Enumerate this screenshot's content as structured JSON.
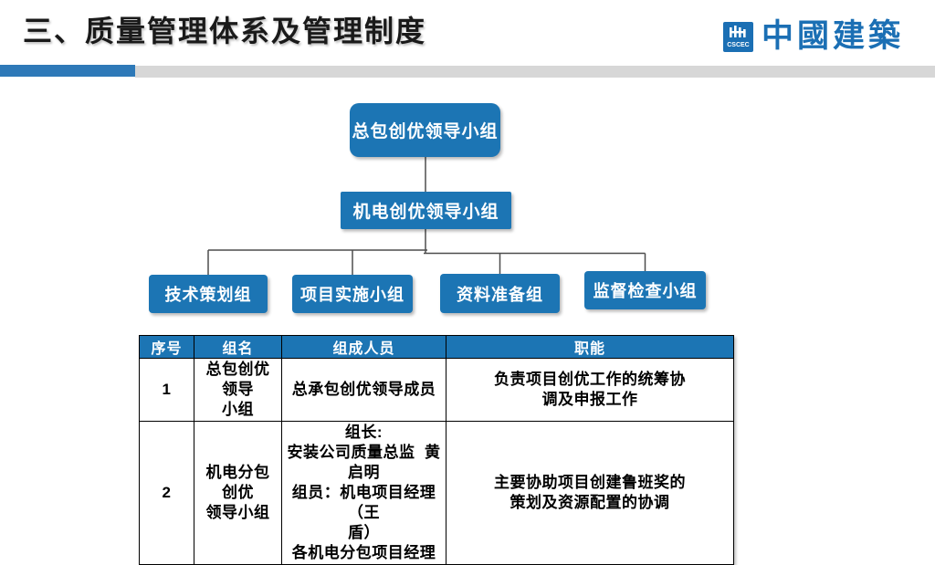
{
  "slide": {
    "title": "三、质量管理体系及管理制度",
    "brand": {
      "mark_text": "CSCEC",
      "wordmark": "中國建築",
      "brand_color": "#1b6fb4"
    },
    "colors": {
      "box_blue": "#1c75b4",
      "underline_blue": "#2e79b8",
      "underline_gray": "#d7d7d7",
      "connector_gray": "#4d4d4d"
    }
  },
  "org_chart": {
    "root": "总包创优领导小组",
    "level2": "机电创优领导小组",
    "children": [
      "技术策划组",
      "项目实施小组",
      "资料准备组",
      "监督检查小组"
    ]
  },
  "table": {
    "headers": [
      "序号",
      "组名",
      "组成人员",
      "职能"
    ],
    "rows": [
      {
        "no": "1",
        "group": "总包创优领导\n小组",
        "members": "总承包创优领导成员",
        "duty": "负责项目创优工作的统筹协\n调及申报工作"
      },
      {
        "no": "2",
        "group": "机电分包创优\n领导小组",
        "members": "组长:\n安装公司质量总监  黄启明\n组员：机电项目经理（王\n盾）\n各机电分包项目经理",
        "duty": "主要协助项目创建鲁班奖的\n策划及资源配置的协调"
      }
    ]
  }
}
